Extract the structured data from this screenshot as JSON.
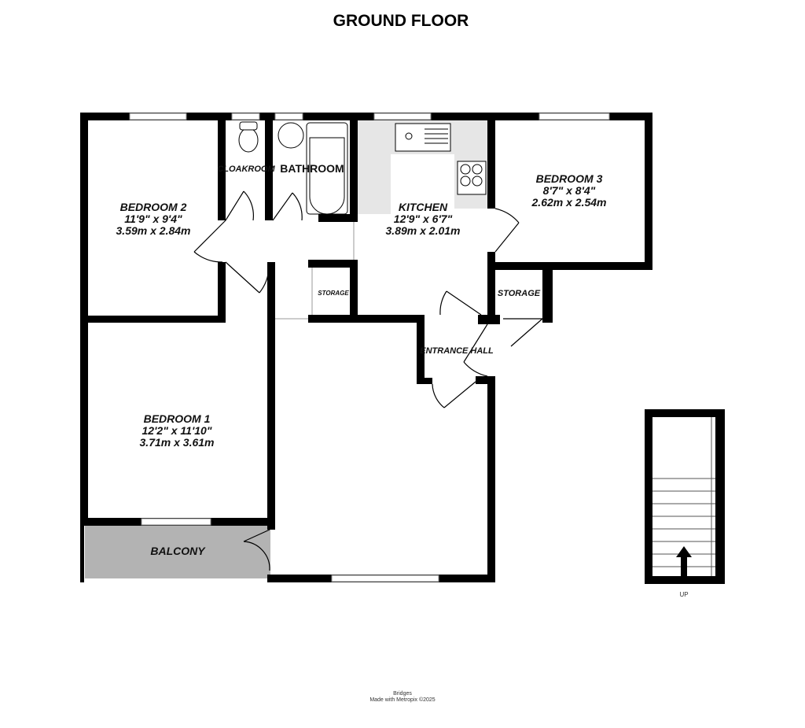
{
  "title": "GROUND FLOOR",
  "rooms": {
    "bedroom2": {
      "name": "BEDROOM 2",
      "imperial": "11'9\"  x 9'4\"",
      "metric": "3.59m  x 2.84m"
    },
    "cloakroom": {
      "name": "CLOAKROOM"
    },
    "bathroom": {
      "name": "BATHROOM"
    },
    "kitchen": {
      "name": "KITCHEN",
      "imperial": "12'9\"  x 6'7\"",
      "metric": "3.89m  x 2.01m"
    },
    "bedroom3": {
      "name": "BEDROOM 3",
      "imperial": "8'7\"  x 8'4\"",
      "metric": "2.62m  x 2.54m"
    },
    "storage1": {
      "name": "STORAGE"
    },
    "storage2": {
      "name": "STORAGE"
    },
    "entrance_hall": {
      "name": "ENTRANCE HALL"
    },
    "bedroom1": {
      "name": "BEDROOM 1",
      "imperial": "12'2\"  x 11'10\"",
      "metric": "3.71m  x 3.61m"
    },
    "balcony": {
      "name": "BALCONY"
    }
  },
  "stairs": {
    "label": "UP"
  },
  "footer": {
    "line1": "Bridges",
    "line2": "Made with Metropix ©2025"
  },
  "colors": {
    "wall": "#000000",
    "balcony": "#b3b3b3",
    "kitchen_counter": "#e6e6e6"
  }
}
